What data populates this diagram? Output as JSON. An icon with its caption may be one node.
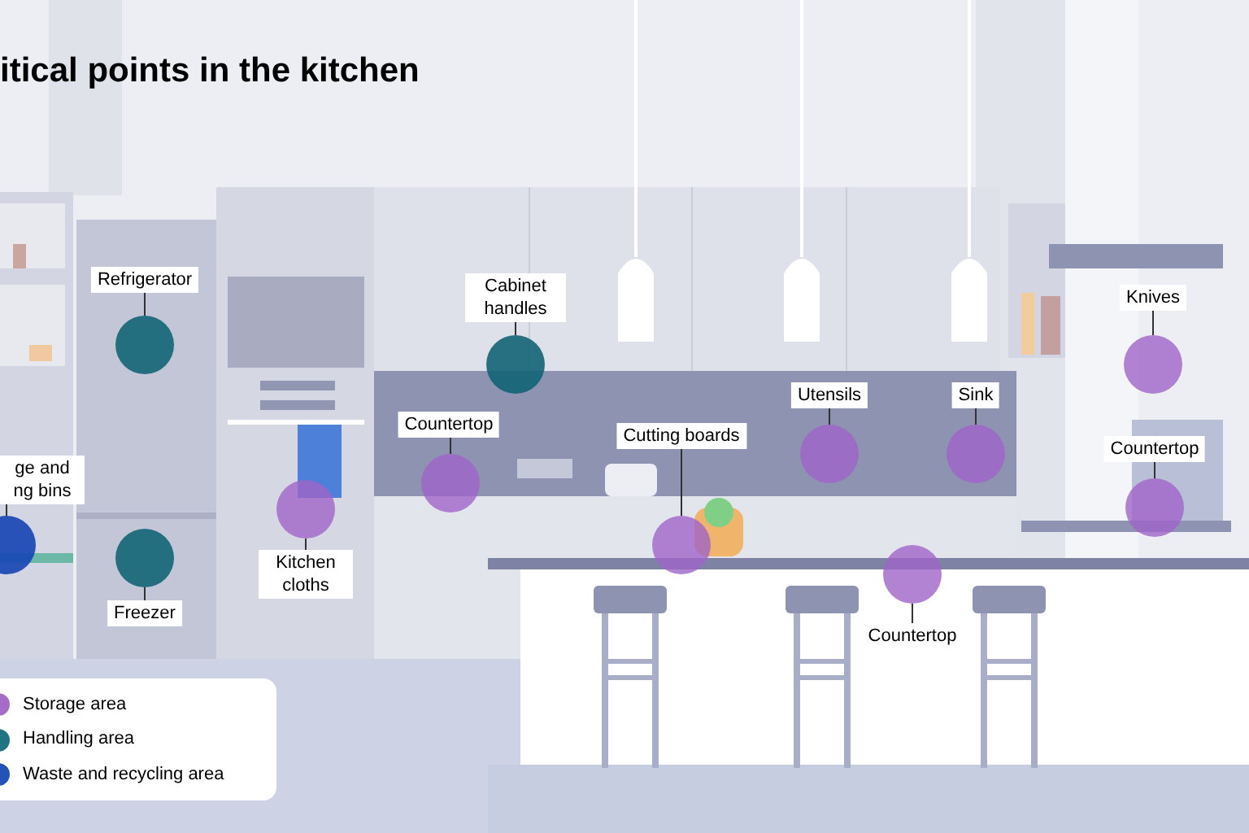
{
  "diagram": {
    "title": "itical points in the kitchen",
    "nodes": [
      {
        "text": [
          "Refrigerator"
        ]
      },
      {
        "text": [],
        "shape": "circle"
      },
      {
        "text": [
          "Cabinet handles"
        ]
      },
      {
        "text": [],
        "shape": "circle"
      },
      {
        "text": [
          "Knives"
        ]
      },
      {
        "text": [],
        "shape": "circle"
      },
      {
        "text": [
          "Utensils"
        ]
      },
      {
        "text": [],
        "shape": "circle"
      },
      {
        "text": [
          "Sink"
        ]
      },
      {
        "text": [],
        "shape": "circle"
      },
      {
        "text": [
          "Countertop"
        ]
      },
      {
        "text": [],
        "shape": "circle"
      },
      {
        "text": [
          "Cutting boards"
        ]
      },
      {
        "text": [],
        "shape": "circle"
      },
      {
        "text": [
          "Countertop"
        ]
      },
      {
        "text": [],
        "shape": "circle"
      },
      {
        "text": [
          "ge and ng bins"
        ]
      },
      {
        "text": [],
        "shape": "circle"
      },
      {
        "text": [],
        "shape": "circle"
      },
      {
        "text": [
          "Kitchen cloths"
        ]
      },
      {
        "text": [],
        "shape": "circle"
      },
      {
        "text": [
          "Freezer"
        ]
      },
      {
        "text": [],
        "shape": "circle"
      },
      {
        "text": [
          "Countertop"
        ]
      }
    ],
    "edges": [
      {
        "from": 0,
        "to": 1,
        "arrow": "none"
      },
      {
        "from": 2,
        "to": 3,
        "arrow": "none"
      },
      {
        "from": 4,
        "to": 5,
        "arrow": "none"
      },
      {
        "from": 6,
        "to": 7,
        "arrow": "none"
      },
      {
        "from": 8,
        "to": 9,
        "arrow": "none"
      },
      {
        "from": 10,
        "to": 11,
        "arrow": "none"
      },
      {
        "from": 12,
        "to": 13,
        "arrow": "none"
      },
      {
        "from": 14,
        "to": 15,
        "arrow": "none"
      },
      {
        "from": 16,
        "to": 17,
        "arrow": "none"
      },
      {
        "from": 19,
        "to": 18,
        "arrow": "none"
      },
      {
        "from": 21,
        "to": 20,
        "arrow": "none"
      },
      {
        "from": 23,
        "to": 22,
        "arrow": "none"
      }
    ],
    "legend": [
      {
        "text": "Storage area",
        "color": "#a56cc8"
      },
      {
        "text": "Handling area",
        "color": "#1f7382"
      },
      {
        "text": "Waste and recycling area",
        "color": "#2352b8"
      }
    ]
  }
}
